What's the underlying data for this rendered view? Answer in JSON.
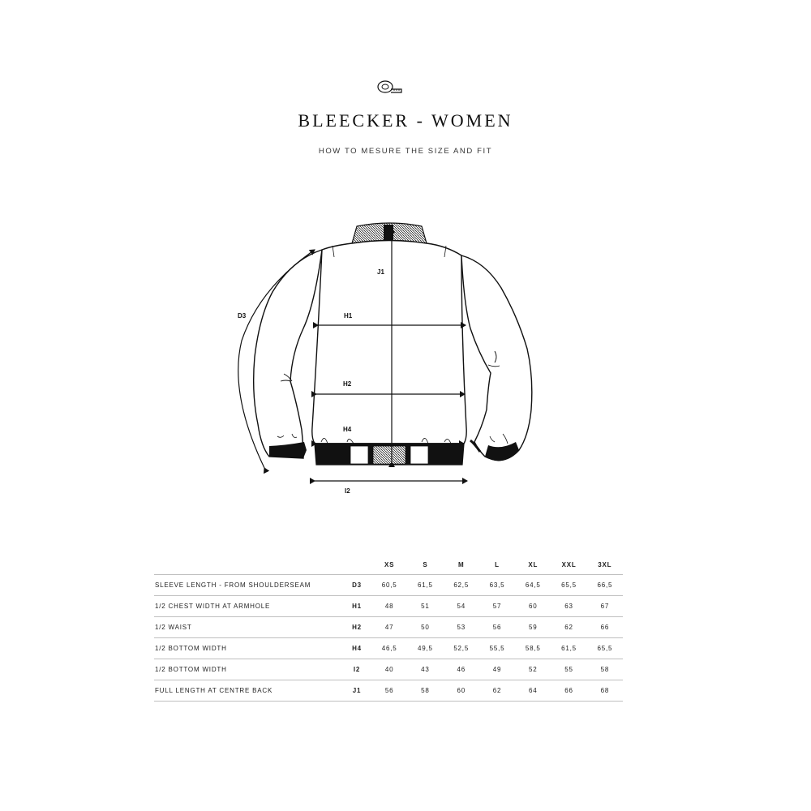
{
  "header": {
    "icon": "measuring-tape-icon",
    "title": "BLEECKER - WOMEN",
    "subtitle": "HOW TO MESURE THE SIZE AND FIT"
  },
  "diagram": {
    "labels": {
      "d3": "D3",
      "h1": "H1",
      "h2": "H2",
      "h4": "H4",
      "i2": "I2",
      "j1": "J1"
    }
  },
  "size_table": {
    "sizes": [
      "XS",
      "S",
      "M",
      "L",
      "XL",
      "XXL",
      "3XL"
    ],
    "rows": [
      {
        "label": "SLEEVE LENGTH - FROM SHOULDERSEAM",
        "code": "D3",
        "values": [
          "60,5",
          "61,5",
          "62,5",
          "63,5",
          "64,5",
          "65,5",
          "66,5"
        ]
      },
      {
        "label": "1/2 CHEST WIDTH AT ARMHOLE",
        "code": "H1",
        "values": [
          "48",
          "51",
          "54",
          "57",
          "60",
          "63",
          "67"
        ]
      },
      {
        "label": "1/2 WAIST",
        "code": "H2",
        "values": [
          "47",
          "50",
          "53",
          "56",
          "59",
          "62",
          "66"
        ]
      },
      {
        "label": "1/2 BOTTOM WIDTH",
        "code": "H4",
        "values": [
          "46,5",
          "49,5",
          "52,5",
          "55,5",
          "58,5",
          "61,5",
          "65,5"
        ]
      },
      {
        "label": "1/2 BOTTOM WIDTH",
        "code": "I2",
        "values": [
          "40",
          "43",
          "46",
          "49",
          "52",
          "55",
          "58"
        ]
      },
      {
        "label": "FULL LENGTH AT CENTRE BACK",
        "code": "J1",
        "values": [
          "56",
          "58",
          "60",
          "62",
          "64",
          "66",
          "68"
        ]
      }
    ]
  }
}
